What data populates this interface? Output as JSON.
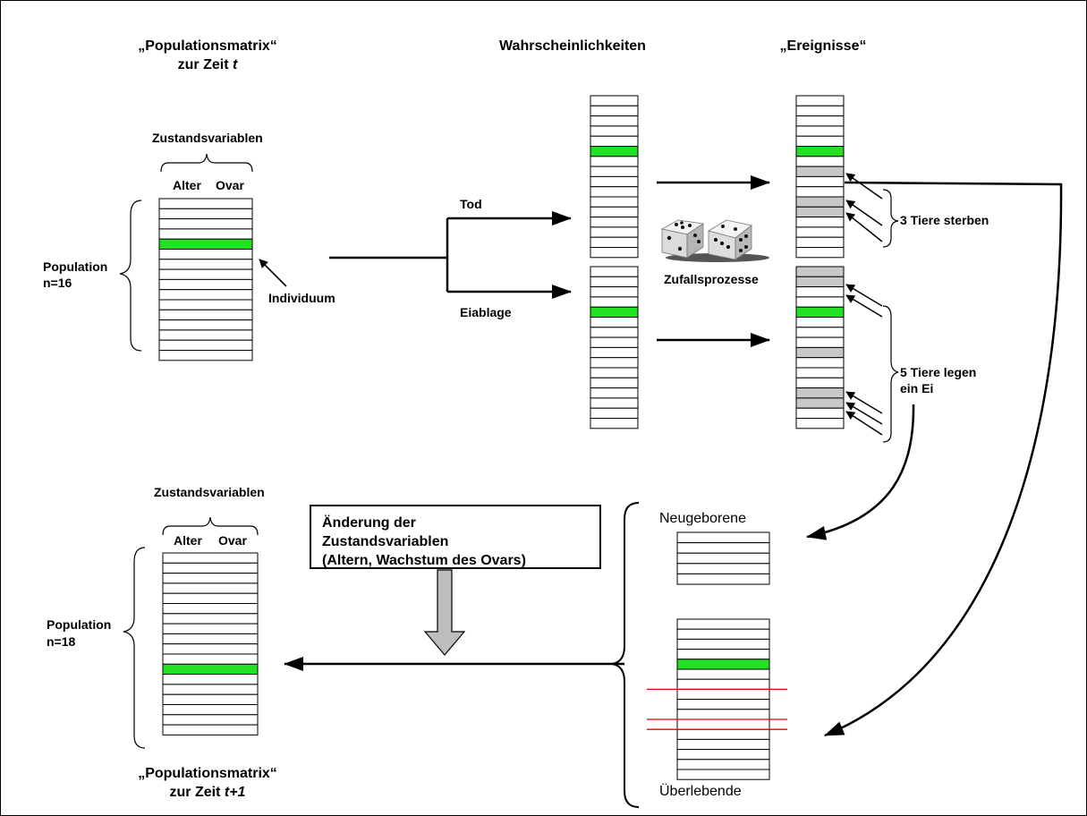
{
  "titles": {
    "matrix_t_line1": "„Populationsmatrix“",
    "matrix_t_line2_prefix": "zur Zeit ",
    "matrix_t_line2_var": "t",
    "probabilities": "Wahrscheinlichkeiten",
    "events": "„Ereignisse“",
    "matrix_t1_line1": "„Populationsmatrix“",
    "matrix_t1_line2_prefix": "zur Zeit ",
    "matrix_t1_line2_var": "t+1"
  },
  "matrix_t": {
    "state_vars_label": "Zustandsvariablen",
    "col1": "Alter",
    "col2": "Ovar",
    "population_label": "Population",
    "n_label": "n=16",
    "individual_label": "Individuum",
    "rows": 16,
    "highlight_row": 5
  },
  "branches": {
    "death": "Tod",
    "egg": "Eiablage"
  },
  "prob_death": {
    "rows": 16,
    "highlight_row": 6
  },
  "prob_egg": {
    "rows": 16,
    "highlight_row": 5
  },
  "random_label": "Zufallsprozesse",
  "events_death": {
    "rows": 16,
    "highlight_row": 6,
    "gray_rows": [
      8,
      11,
      12
    ],
    "label": "3 Tiere sterben"
  },
  "events_egg": {
    "rows": 16,
    "highlight_row": 5,
    "gray_rows": [
      1,
      2,
      9,
      13,
      14
    ],
    "label_line1": "5 Tiere legen",
    "label_line2": "ein Ei"
  },
  "change_box": {
    "line1": "Änderung der",
    "line2": "Zustandsvariablen",
    "line3": "(Altern, Wachstum des Ovars)"
  },
  "newborns": {
    "label": "Neugeborene",
    "rows": 5
  },
  "survivors": {
    "label": "Überlebende",
    "rows": 16,
    "highlight_row": 5,
    "removed_after_rows": [
      7,
      10,
      11
    ]
  },
  "matrix_t1": {
    "state_vars_label": "Zustandsvariablen",
    "col1": "Alter",
    "col2": "Ovar",
    "population_label": "Population",
    "n_label": "n=18",
    "rows": 18,
    "highlight_row": 12
  },
  "colors": {
    "highlight": "#22e022",
    "gray_event": "#c8c8c8",
    "removed_line": "#e00000",
    "down_arrow_fill": "#bdbdbd"
  },
  "icons": [
    "dice-icon"
  ]
}
